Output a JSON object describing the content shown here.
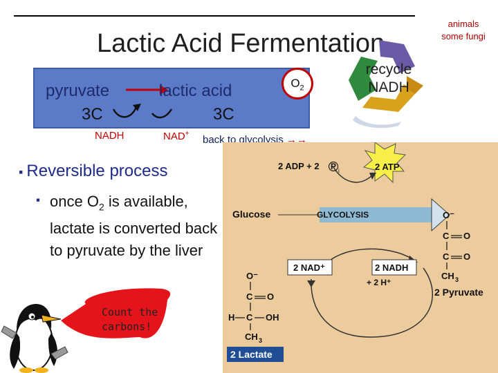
{
  "slide": {
    "title": "Lactic Acid Fermentation",
    "note_line1": "animals",
    "note_line2": "some fungi"
  },
  "banner": {
    "pyruvate": "pyruvate",
    "lactic_acid": "lactic acid",
    "carbons_left": "3C",
    "carbons_right": "3C",
    "o2": "O",
    "o2_sub": "2",
    "nadh": "NADH",
    "nad": "NAD",
    "nad_sup": "+",
    "back": "back to glycolysis"
  },
  "recycle": {
    "line1": "recycle",
    "line2": "NADH"
  },
  "bullets": {
    "main": "Reversible process",
    "sub_pre": "once O",
    "sub_subscript": "2",
    "sub_post": " is available, lactate is converted back to pyruvate by the liver"
  },
  "callout": {
    "text": "Count the carbons!"
  },
  "diagram": {
    "adp": "2 ADP + 2",
    "pi": "P",
    "pi_sub": "i",
    "atp": "2 ATP",
    "glucose": "Glucose",
    "glycolysis": "GLYCOLYSIS",
    "nad_in": "2 NAD⁺",
    "nadh_out": "2 NADH",
    "h_plus": "+ 2 H⁺",
    "pyruvate": "2 Pyruvate",
    "lactate": "2 Lactate",
    "o_minus": "O⁻",
    "o": "O",
    "c": "C",
    "ch3": "CH",
    "ch3_sub": "3",
    "h": "H",
    "oh": "OH"
  },
  "colors": {
    "banner": "#5b7ac7",
    "accent_red": "#c00000",
    "panel": "#eccb9c",
    "bullet_blue": "#1f2b8c",
    "lactate_box": "#1f4e96",
    "glycolysis_bar": "#8fbad3"
  }
}
